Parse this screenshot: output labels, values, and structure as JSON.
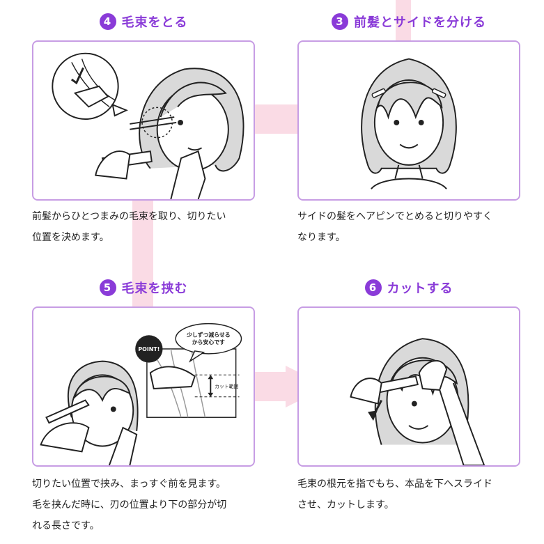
{
  "steps": [
    {
      "number": "4",
      "title": "毛束をとる",
      "description": "前髪からひとつまみの毛束を取り、切りたい\n位置を決めます。"
    },
    {
      "number": "3",
      "title": "前髪とサイドを分ける",
      "description": "サイドの髪をヘアピンでとめると切りやすく\nなります。"
    },
    {
      "number": "5",
      "title": "毛束を挟む",
      "description": "切りたい位置で挟み、まっすぐ前を見ます。\n毛を挟んだ時に、刃の位置より下の部分が切\nれる長さです。",
      "point_badge": "POINT!",
      "bubble_line1": "少しずつ減らせる",
      "bubble_line2": "から安心です",
      "cut_range_label": "カット範囲"
    },
    {
      "number": "6",
      "title": "カットする",
      "description": "毛束の根元を指でもち、本品を下へスライド\nさせ、カットします。"
    }
  ],
  "colors": {
    "accent": "#8a3bd8",
    "border": "#c79de4",
    "connector": "#fadbe5"
  }
}
